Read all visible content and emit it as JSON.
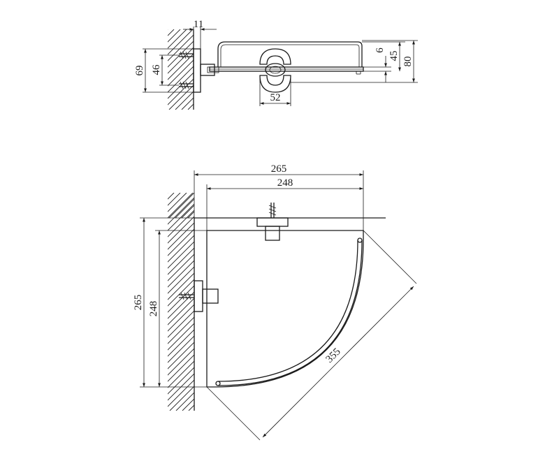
{
  "drawing": {
    "side_view": {
      "dim_wall_offset": "11",
      "dim_total_height": "69",
      "dim_screw_spacing": "46",
      "dim_glass_thickness": "6",
      "dim_rail_height": "45",
      "dim_overall_height": "80",
      "dim_holder_width": "52"
    },
    "top_view": {
      "dim_width_outer": "265",
      "dim_width_inner": "248",
      "dim_depth_outer": "265",
      "dim_depth_inner": "248",
      "dim_diagonal": "355"
    },
    "colors": {
      "line": "#1a1a1a",
      "background": "#ffffff"
    }
  }
}
